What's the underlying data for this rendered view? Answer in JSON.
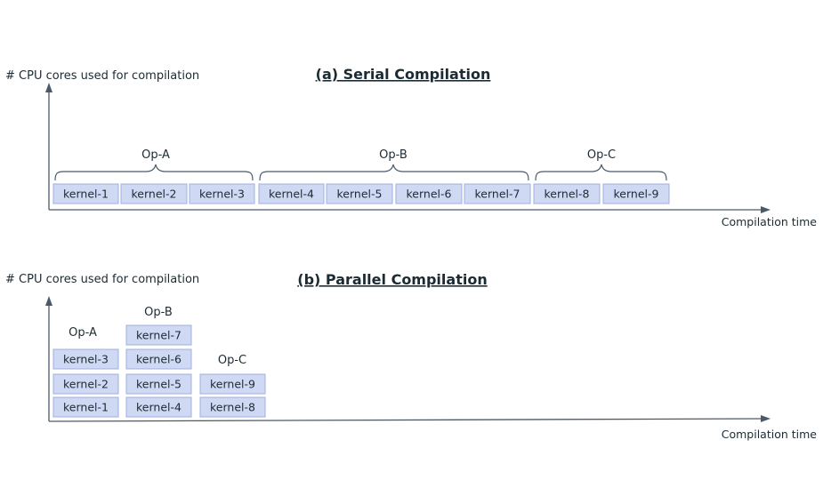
{
  "serial": {
    "title": "(a) Serial Compilation",
    "ylabel": "# CPU cores used for compilation",
    "xlabel": "Compilation time",
    "ops": [
      {
        "label": "Op-A",
        "kernels": [
          "kernel-1",
          "kernel-2",
          "kernel-3"
        ]
      },
      {
        "label": "Op-B",
        "kernels": [
          "kernel-4",
          "kernel-5",
          "kernel-6",
          "kernel-7"
        ]
      },
      {
        "label": "Op-C",
        "kernels": [
          "kernel-8",
          "kernel-9"
        ]
      }
    ]
  },
  "parallel": {
    "title": "(b) Parallel Compilation",
    "ylabel": "# CPU cores used for compilation",
    "xlabel": "Compilation time",
    "ops": [
      {
        "label": "Op-A",
        "kernels_bottom_to_top": [
          "kernel-1",
          "kernel-2",
          "kernel-3"
        ]
      },
      {
        "label": "Op-B",
        "kernels_bottom_to_top": [
          "kernel-4",
          "kernel-5",
          "kernel-6",
          "kernel-7"
        ]
      },
      {
        "label": "Op-C",
        "kernels_bottom_to_top": [
          "kernel-8",
          "kernel-9"
        ]
      }
    ]
  },
  "colors": {
    "kernel_fill": "#cfd9f4",
    "kernel_border": "#9fb0dc",
    "axis": "#4a5a68",
    "text": "#1c2b33"
  }
}
